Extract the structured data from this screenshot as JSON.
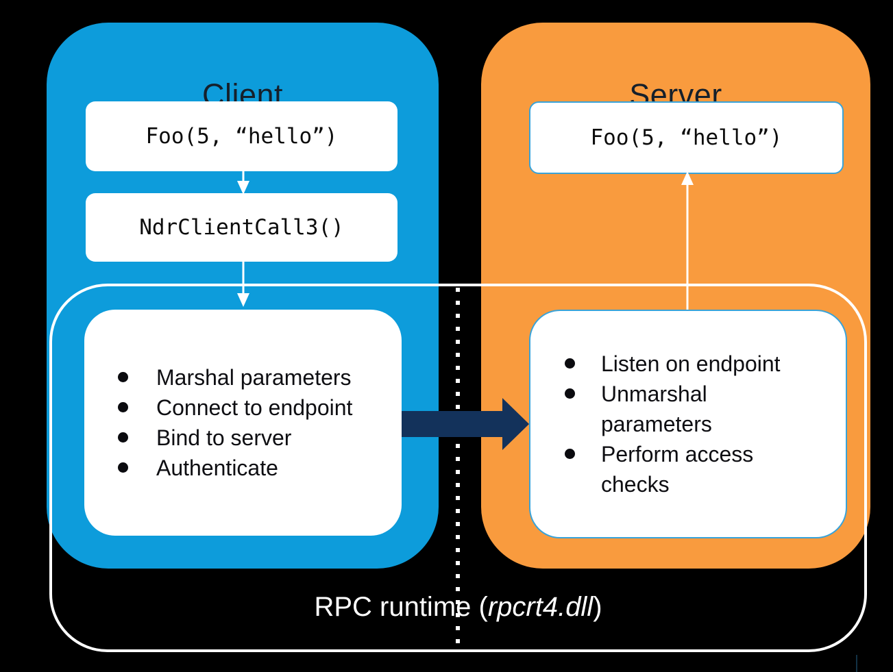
{
  "diagram": {
    "client": {
      "title": "Client",
      "call_box": "Foo(5, “hello”)",
      "stub_box": "NdrClientCall3()",
      "runtime_steps": [
        "Marshal parameters",
        "Connect to endpoint",
        "Bind to server",
        "Authenticate"
      ]
    },
    "server": {
      "title": "Server",
      "call_box": "Foo(5, “hello”)",
      "runtime_steps": [
        "Listen on endpoint",
        "Unmarshal parameters",
        "Perform access checks"
      ]
    },
    "runtime_label": {
      "prefix": "RPC runtime (",
      "module": "rpcrt4.dll",
      "suffix": ")"
    },
    "colors": {
      "background": "#000000",
      "client_panel": "#0d9cdb",
      "server_panel": "#f99b3e",
      "request_arrow": "#13325b",
      "box_border": "#39a3d9"
    }
  }
}
